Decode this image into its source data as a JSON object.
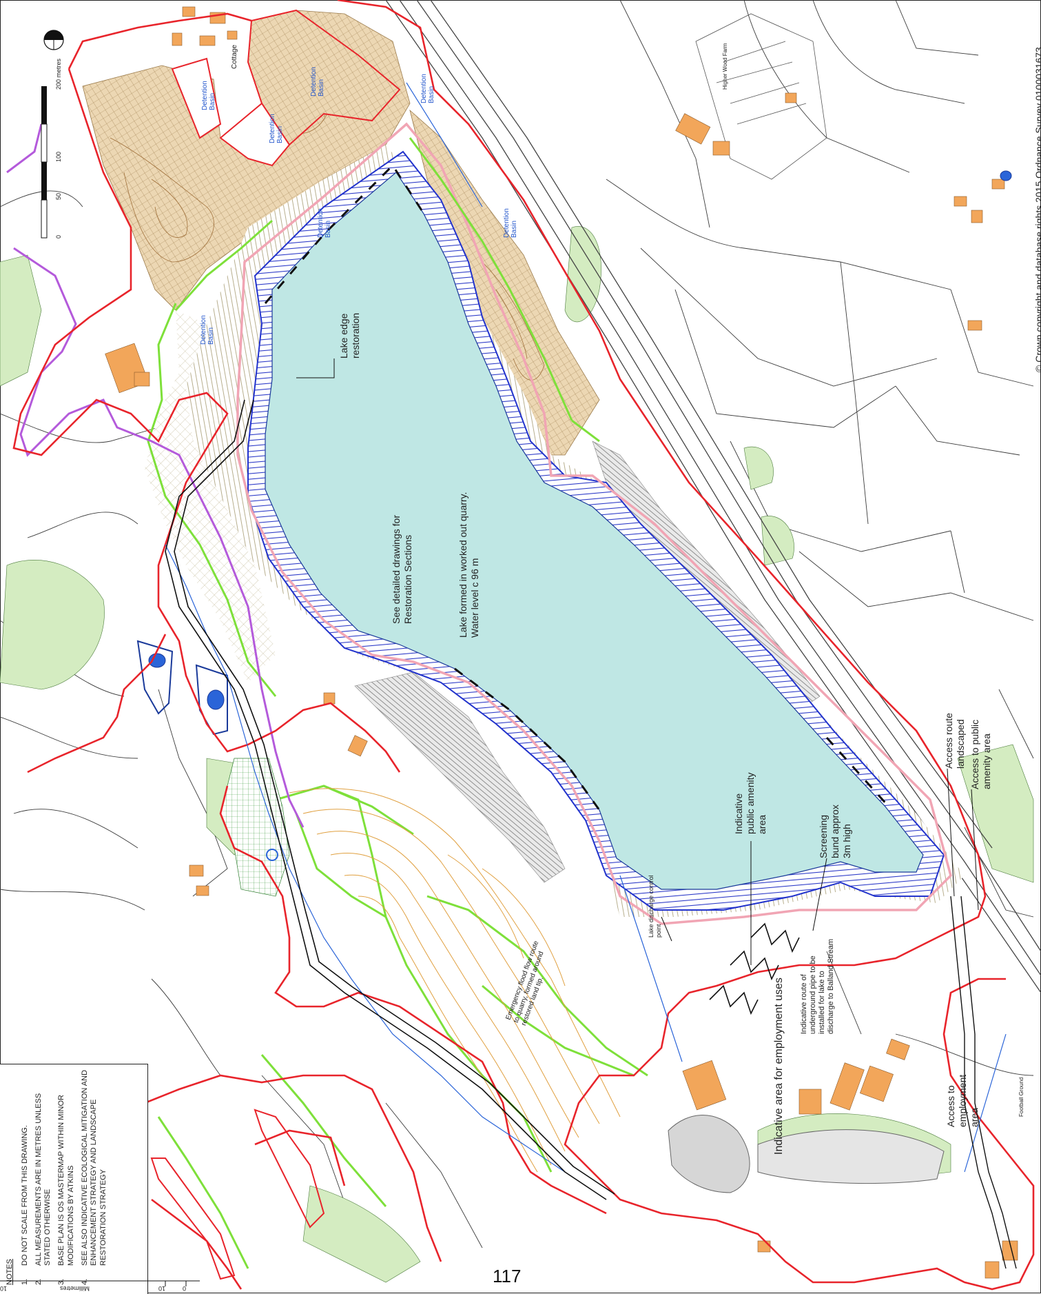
{
  "copyright": "© Crown copyright and database rights 2015 Ordnance Survey 0100031673",
  "page_number": "117",
  "scale_bar": {
    "ticks": [
      "0",
      "50",
      "100",
      "200 metres"
    ]
  },
  "bottom_scale": {
    "label": "Millimetres",
    "ticks": [
      "0",
      "10",
      "10"
    ]
  },
  "notes": {
    "title": "NOTES",
    "items": [
      {
        "num": "1.",
        "text": "DO NOT SCALE FROM THIS DRAWING."
      },
      {
        "num": "2.",
        "text": "ALL MEASUREMENTS ARE IN METRES UNLESS STATED OTHERWISE"
      },
      {
        "num": "3.",
        "text": "BASE PLAN IS OS MASTERMAP WITHIN MINOR MODIFICATIONS BY ATKINS"
      },
      {
        "num": "4.",
        "text": "SEE ALSO INDICATIVE ECOLOGICAL MITIGATION AND ENHANCEMENT STRATEGY AND LANDSCAPE RESTORATION STRATEGY"
      }
    ]
  },
  "labels": {
    "detention_basin": "Detention Basin",
    "detention_basin_line1": "Detention",
    "detention_basin_line2": "Basin",
    "lake_edge_1": "Lake edge",
    "lake_edge_2": "restoration",
    "see_drawings_1": "See detailed drawings for",
    "see_drawings_2": "Restoration Sections",
    "lake_formed_1": "Lake formed in worked out quarry.",
    "lake_formed_2": "Water level c 96 m",
    "public_amenity_1": "Indicative",
    "public_amenity_2": "public amenity",
    "public_amenity_3": "area",
    "screening_1": "Screening",
    "screening_2": "bund approx",
    "screening_3": "3m high",
    "access_route_1": "Access route",
    "access_route_2": "landscaped",
    "access_public_1": "Access to public",
    "access_public_2": "amenity area",
    "access_employment_1": "Access to",
    "access_employment_2": "employment",
    "access_employment_3": "area",
    "indicative_employment": "Indicative area for employment uses",
    "underground_pipe_1": "Indicative route of",
    "underground_pipe_2": "underground pipe to be",
    "underground_pipe_3": "installed for lake to",
    "underground_pipe_4": "discharge to Balland Stream",
    "lake_discharge_1": "Lake discharge control",
    "lake_discharge_2": "point",
    "overflow_1": "Emergency flood flow route",
    "overflow_2": "to quarry, formed around",
    "overflow_3": "restored land tip.",
    "higher_wood_farm": "Higher Wood Farm",
    "football_ground": "Football Ground",
    "cott": "Cottage"
  },
  "colors": {
    "boundary": "#e8242b",
    "lake": "#bfe7e4",
    "lake_edge": "#2233cc",
    "pink_line": "#f1a5b4",
    "green_line": "#7ee03a",
    "purple_line": "#b45adb",
    "tan_fill": "#e7cfa6",
    "contour_orange": "#e0a040",
    "woodland": "#cfe9b8",
    "building": "#f2a65a",
    "water_blue": "#2a64d8"
  }
}
